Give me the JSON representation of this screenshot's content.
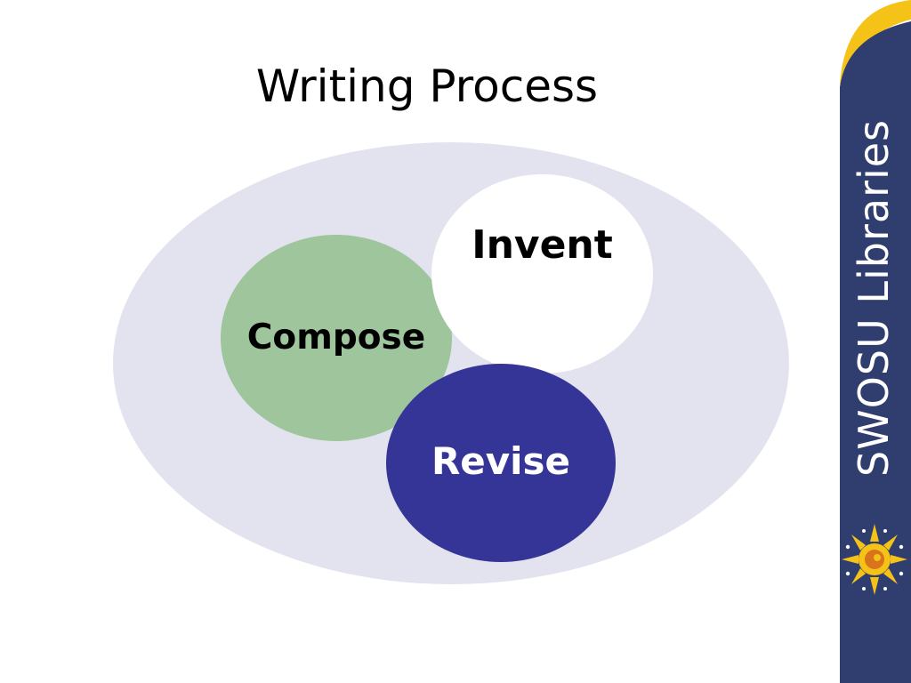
{
  "slide": {
    "title": "Writing Process"
  },
  "diagram": {
    "outer_color": "#e3e3ef",
    "nodes": [
      {
        "label": "Compose",
        "fill": "#9ec59c",
        "text_color": "#000000"
      },
      {
        "label": "Invent",
        "fill": "#ffffff",
        "text_color": "#000000"
      },
      {
        "label": "Revise",
        "fill": "#353497",
        "text_color": "#ffffff"
      }
    ]
  },
  "branding": {
    "logo_text": "SWOSU Libraries",
    "bar_color": "#2f3d6f",
    "accent_color": "#f5c218",
    "icon": "sun-icon"
  }
}
